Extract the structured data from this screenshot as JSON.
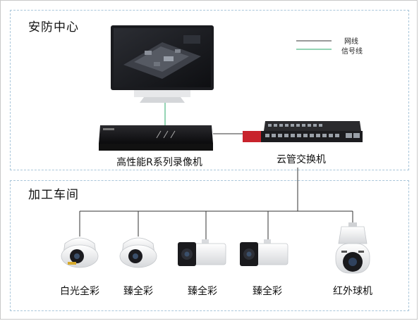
{
  "zones": {
    "security_center": "安防中心",
    "workshop": "加工车间"
  },
  "legend": {
    "network_line": "网线",
    "signal_line": "信号线",
    "network_color": "#333333",
    "signal_color": "#2aa86a"
  },
  "devices": {
    "recorder": "高性能R系列录像机",
    "switch": "云管交换机",
    "cam1": "白光全彩",
    "cam2": "臻全彩",
    "cam3": "臻全彩",
    "cam4": "臻全彩",
    "cam5": "红外球机"
  }
}
